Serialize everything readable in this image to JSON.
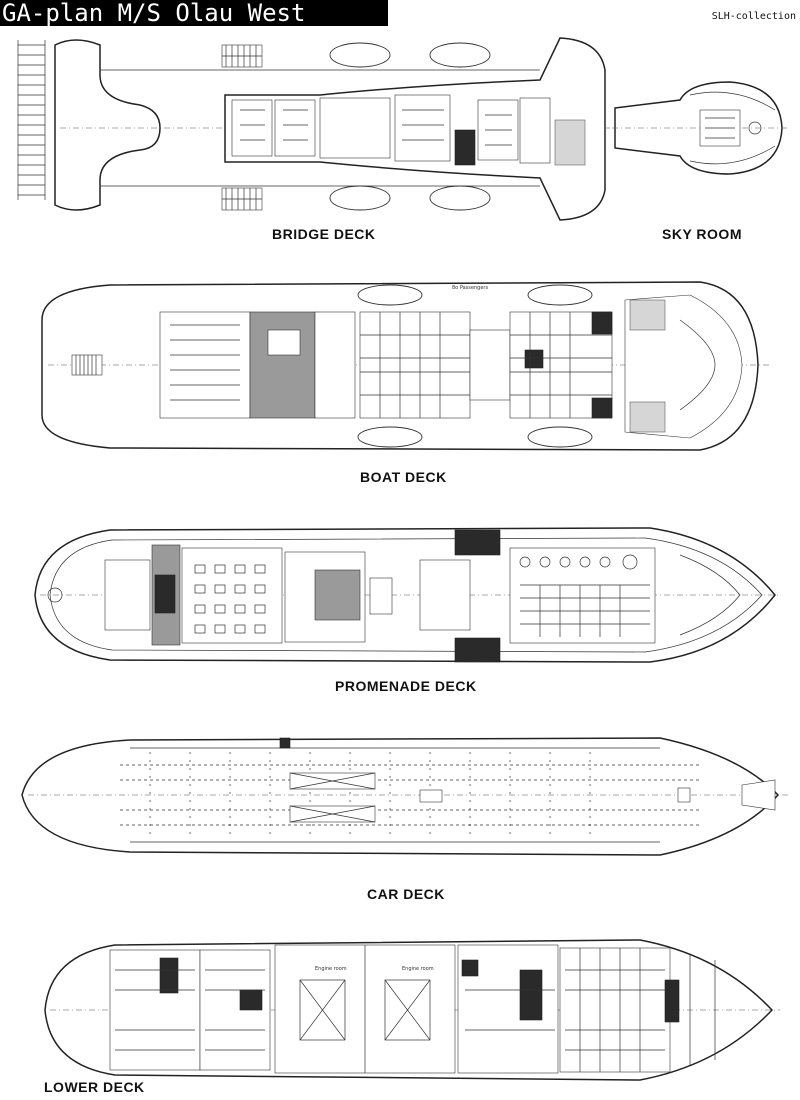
{
  "header": {
    "title": "GA-plan M/S Olau West",
    "collection": "SLH-collection"
  },
  "decks": {
    "bridge": {
      "label": "BRIDGE DECK"
    },
    "sky_room": {
      "label": "SKY ROOM"
    },
    "boat": {
      "label": "BOAT DECK",
      "note": "8o Passengers"
    },
    "promenade": {
      "label": "PROMENADE DECK"
    },
    "car": {
      "label": "CAR DECK"
    },
    "lower": {
      "label": "LOWER DECK",
      "engine_room": "Engine room"
    }
  },
  "colors": {
    "ink": "#222222",
    "shade_dark": "#2a2a2a",
    "shade_mid": "#9a9a9a",
    "shade_light": "#d6d6d6",
    "title_bg": "#000000",
    "title_fg": "#ffffff"
  }
}
